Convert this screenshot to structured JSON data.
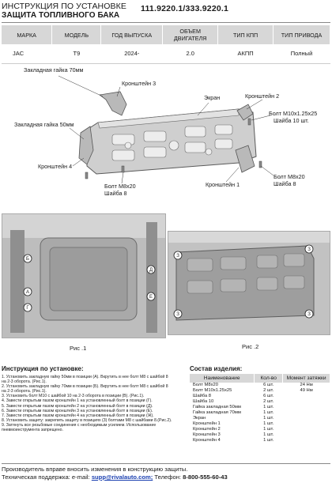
{
  "header": {
    "line1": "ИНСТРУКЦИЯ ПО УСТАНОВКЕ",
    "line2": "ЗАЩИТА ТОПЛИВНОГО БАКА",
    "code": "111.9220.1/333.9220.1"
  },
  "spec_table": {
    "headers": [
      "МАРКА",
      "МОДЕЛЬ",
      "ГОД ВЫПУСКА",
      "ОБЪЕМ ДВИГАТЕЛЯ",
      "ТИП КПП",
      "ТИП ПРИВОДА"
    ],
    "row": [
      "JAC",
      "T9",
      "2024-",
      "2.0",
      "АКПП",
      "Полный"
    ]
  },
  "diagram": {
    "labels": {
      "nut70": "Закладная гайка 70мм",
      "bracket3": "Кронштейн 3",
      "screen": "Экран",
      "bracket2": "Кронштейн 2",
      "bolt_m10_line1": "Болт М10х1.25х25",
      "bolt_m10_line2": "Шайба 10 шт.",
      "nut50": "Закладная гайка 50мм",
      "bracket4": "Кронштейн 4",
      "bolt_m8_a_line1": "Болт М8х20",
      "bolt_m8_a_line2": "Шайба 8",
      "bracket1": "Кронштейн 1",
      "bolt_m8_b_line1": "Болт М8х20",
      "bolt_m8_b_line2": "Шайба 8"
    }
  },
  "figures": {
    "fig1": "Рис .1",
    "fig2": "Рис .2"
  },
  "instructions": {
    "title": "Инструкция по установке:",
    "items": [
      "1. Установить закладную гайку 50мм в позиции (А). Вкрутить в нее болт М8 с шайбой 8",
      "    на 2-3 оборота. (Рис.1).",
      "2. Установить закладную гайку 70мм в позиции (Б). Вкрутить в нее болт М8 с шайбой 8",
      "    на 2-3 оборота. (Рис.1).",
      "3. Установить болт М10 с шайбой 10 на 2-3 оборота в позиции (В). (Рис.1).",
      "4. Завести открытым пазом кронштейн 1 на установленный болт в позиции (Г).",
      "5. Завести открытым пазом кронштейн 2 на установленный болт в позиции (Д).",
      "6. Завести открытым пазом кронштейн 3 на установленный болт в позиции (Е).",
      "7. Завести открытым пазом кронштейн 4 на установленный болт в позиции (Ж).",
      "8. Установить защиту: закрепить защиту в позициях (3) болтами М8 с шайбами 8.(Рис.2).",
      "9. Затянуть все резьбовые соединения с необходимым усилием. Использование",
      "    пневмоинструмента запрещено."
    ]
  },
  "kit": {
    "title": "Состав изделия:",
    "headers": [
      "Наименование",
      "Кол-во",
      "Момент затяжки"
    ],
    "rows": [
      {
        "name": "Болт М8х20",
        "qty": "6 шт.",
        "torque": "24 Нм"
      },
      {
        "name": "Болт М10х1.25х25",
        "qty": "2 шт.",
        "torque": "49 Нм"
      },
      {
        "name": "Шайба 8",
        "qty": "6 шт.",
        "torque": ""
      },
      {
        "name": "Шайба 10",
        "qty": "2 шт.",
        "torque": ""
      },
      {
        "name": "Гайка закладная 50мм",
        "qty": "1 шт.",
        "torque": ""
      },
      {
        "name": "Гайка закладная 70мм",
        "qty": "1 шт.",
        "torque": ""
      },
      {
        "name": "Экран",
        "qty": "1 шт.",
        "torque": ""
      },
      {
        "name": "Кронштейн 1",
        "qty": "1 шт.",
        "torque": ""
      },
      {
        "name": "Кронштейн 2",
        "qty": "1 шт.",
        "torque": ""
      },
      {
        "name": "Кронштейн 3",
        "qty": "1 шт.",
        "torque": ""
      },
      {
        "name": "Кронштейн 4",
        "qty": "1 шт.",
        "torque": ""
      }
    ]
  },
  "footer": {
    "line1": "Производитель вправе вносить изменения в конструкцию защиты.",
    "support_label": "Техническая поддержка:  e-mail:",
    "email": "supp@rivalauto.com;",
    "phone_label": "Телефон:",
    "phone": "8-800-555-60-43"
  }
}
